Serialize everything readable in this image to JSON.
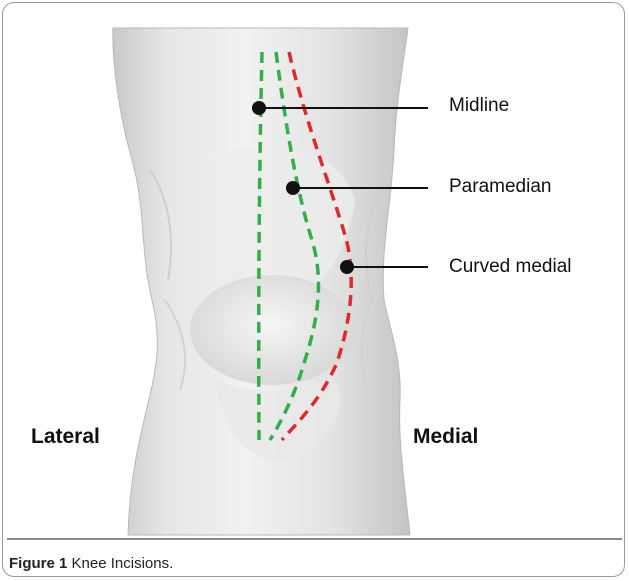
{
  "labels": {
    "midline": "Midline",
    "paramedian": "Paramedian",
    "curved_medial": "Curved medial"
  },
  "sides": {
    "lateral": "Lateral",
    "medial": "Medial"
  },
  "caption": {
    "figure_label": "Figure 1",
    "text": " Knee Incisions."
  },
  "colors": {
    "midline_incision": "#2fb04a",
    "paramedian_incision": "#2fb04a",
    "curved_medial_incision": "#e02a2a",
    "marker": "#111111",
    "leader_line": "#111111",
    "knee_fill": "#e3e3e3"
  }
}
